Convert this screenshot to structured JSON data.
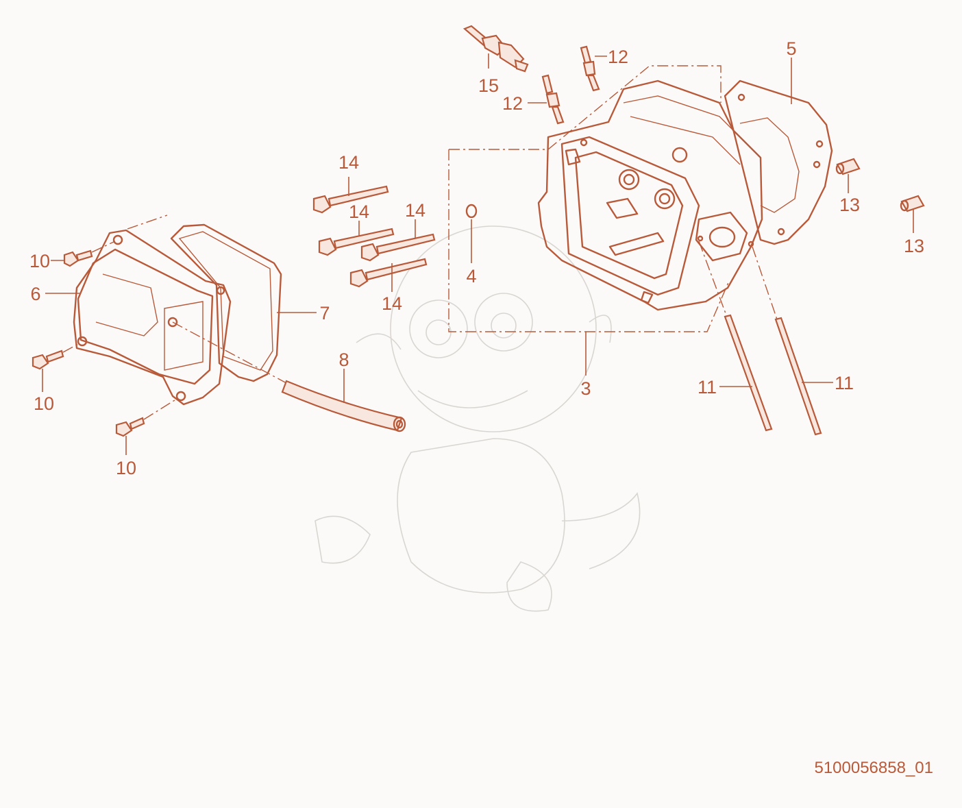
{
  "callouts": {
    "c3": "3",
    "c4": "4",
    "c5": "5",
    "c6": "6",
    "c7": "7",
    "c8": "8",
    "c10a": "10",
    "c10b": "10",
    "c10c": "10",
    "c11a": "11",
    "c11b": "11",
    "c12a": "12",
    "c12b": "12",
    "c13a": "13",
    "c13b": "13",
    "c14a": "14",
    "c14b": "14",
    "c14c": "14",
    "c14d": "14",
    "c15": "15"
  },
  "drawing_code": "5100056858_01",
  "colors": {
    "line": "#b85a3a",
    "background": "#fbfaf8",
    "watermark": "#d9d6d2"
  }
}
